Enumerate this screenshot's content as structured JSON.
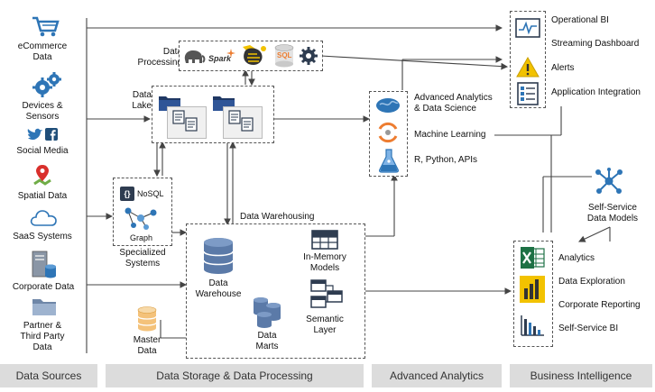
{
  "sources": {
    "ecommerce": "eCommerce\nData",
    "devices": "Devices &\nSensors",
    "social": "Social Media",
    "spatial": "Spatial Data",
    "saas": "SaaS Systems",
    "corporate": "Corporate Data",
    "partner": "Partner &\nThird Party\nData"
  },
  "storage": {
    "data_processing": "Data\nProcessing",
    "data_lake": "Data\nLake",
    "nosql": "NoSQL",
    "graph": "Graph",
    "specialized": "Specialized\nSystems",
    "warehousing": "Data Warehousing",
    "warehouse": "Data\nWarehouse",
    "inmemory": "In-Memory\nModels",
    "semantic": "Semantic\nLayer",
    "marts": "Data\nMarts",
    "master": "Master\nData",
    "spark": "Spark",
    "sql": "SQL"
  },
  "analytics": {
    "adv": "Advanced Analytics\n& Data Science",
    "ml": "Machine Learning",
    "r": "R, Python, APIs"
  },
  "bi_top": {
    "opbi": "Operational BI",
    "stream": "Streaming Dashboard",
    "alerts": "Alerts",
    "appint": "Application Integration"
  },
  "bi_bottom": {
    "selfmodels": "Self-Service\nData Models",
    "analytics": "Analytics",
    "exploration": "Data Exploration",
    "reporting": "Corporate Reporting",
    "selfbi": "Self-Service BI"
  },
  "bands": {
    "sources": "Data Sources",
    "storage": "Data Storage & Data Processing",
    "advanced": "Advanced Analytics",
    "bi": "Business Intelligence"
  },
  "colors": {
    "blue": "#2e75b6",
    "dark_blue": "#1f4e79",
    "red": "#d9302c",
    "orange": "#ed7d31",
    "green": "#1e7145",
    "yellow": "#f2c200",
    "band_gray": "#dcdcdc"
  }
}
